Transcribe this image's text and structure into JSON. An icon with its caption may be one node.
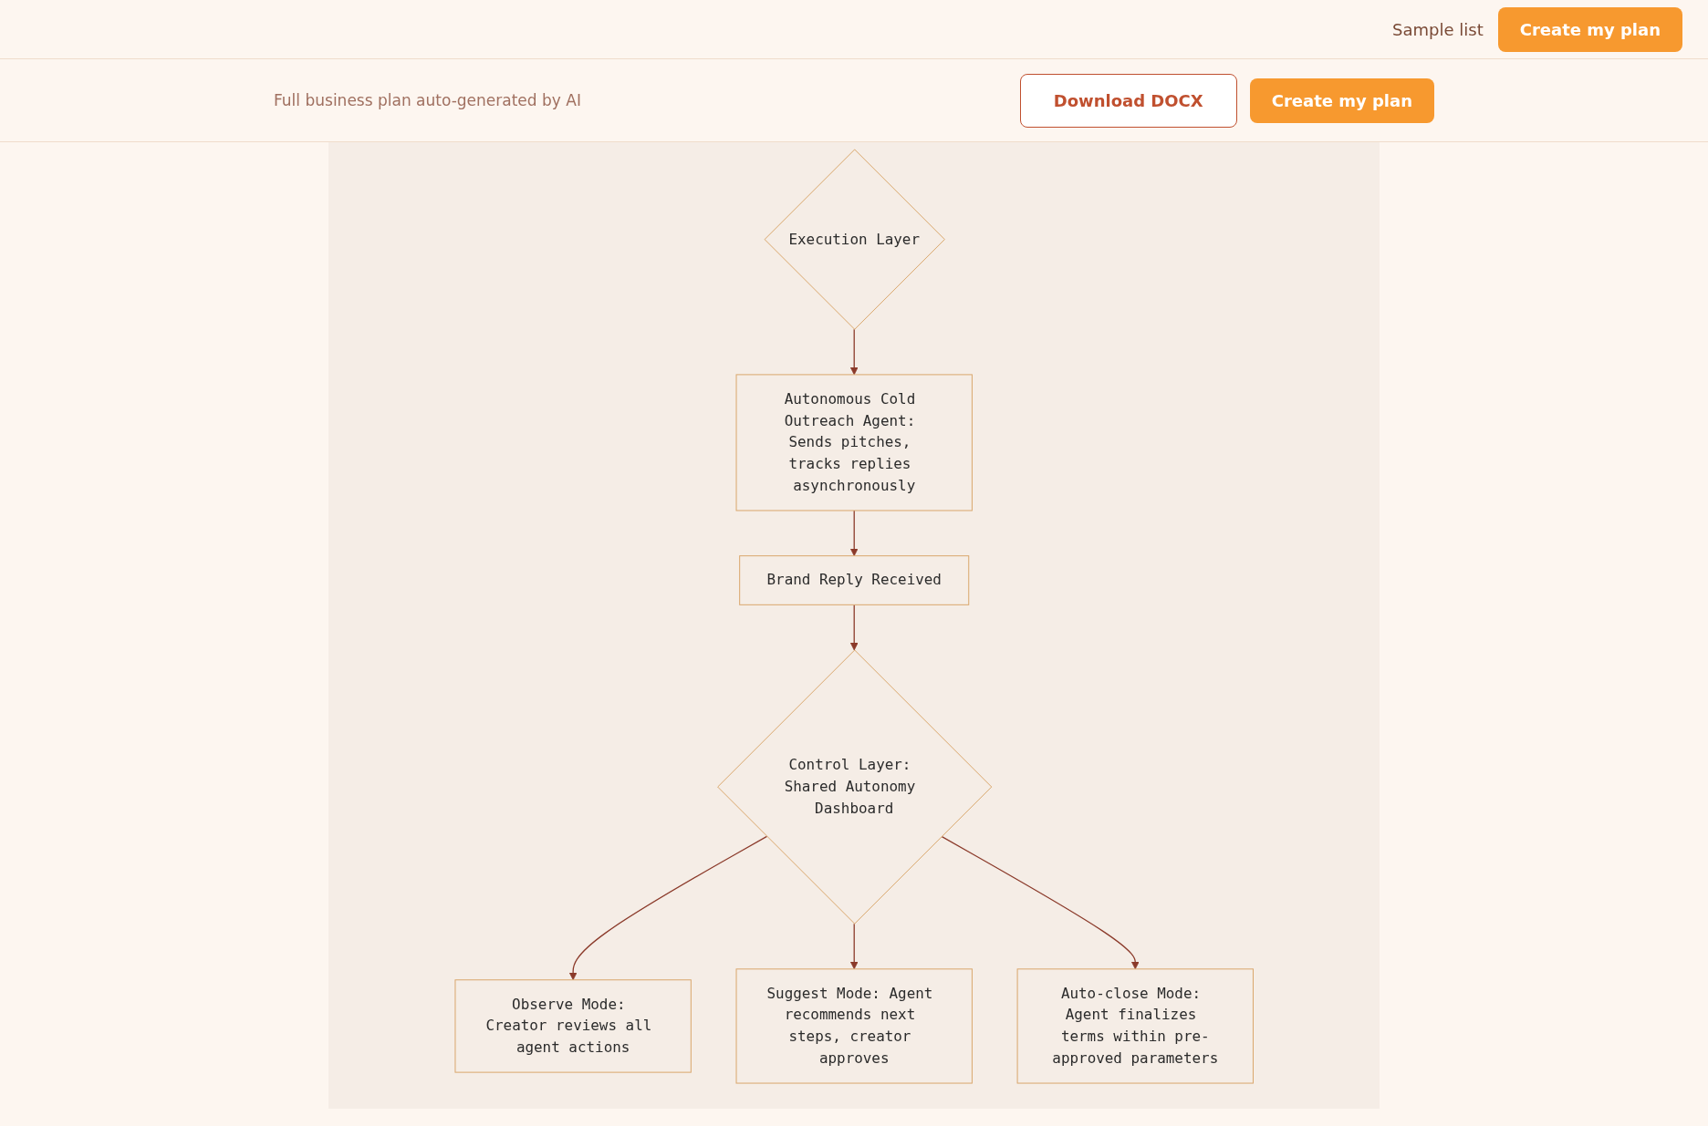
{
  "diagram": {
    "nodes": [
      {
        "text": [
          "Execution Layer"
        ]
      },
      {
        "text": [
          "Autonomous Cold Outreach Agent: Sends pitches, tracks replies asynchronously"
        ]
      },
      {
        "text": [
          "Brand Reply Received"
        ]
      },
      {
        "text": [
          "Control Layer: Shared Autonomy Dashboard"
        ]
      },
      {
        "text": [
          "Observe Mode: Creator reviews all agent actions"
        ]
      },
      {
        "text": [
          "Suggest Mode: Agent recommends next steps, creator approves"
        ]
      },
      {
        "text": [
          "Auto-close Mode: Agent finalizes terms within pre-approved parameters"
        ]
      }
    ],
    "edges": [
      {
        "from": 0,
        "to": 1,
        "arrow": "to"
      },
      {
        "from": 1,
        "to": 2,
        "arrow": "to"
      },
      {
        "from": 2,
        "to": 3,
        "arrow": "to"
      },
      {
        "from": 3,
        "to": 4,
        "arrow": "to"
      },
      {
        "from": 3,
        "to": 5,
        "arrow": "to"
      },
      {
        "from": 3,
        "to": 6,
        "arrow": "to"
      }
    ],
    "labels": [
      "Sample list",
      "Create my plan",
      "Full business plan auto-generated by AI",
      "Download DOCX",
      "Create my plan"
    ]
  }
}
